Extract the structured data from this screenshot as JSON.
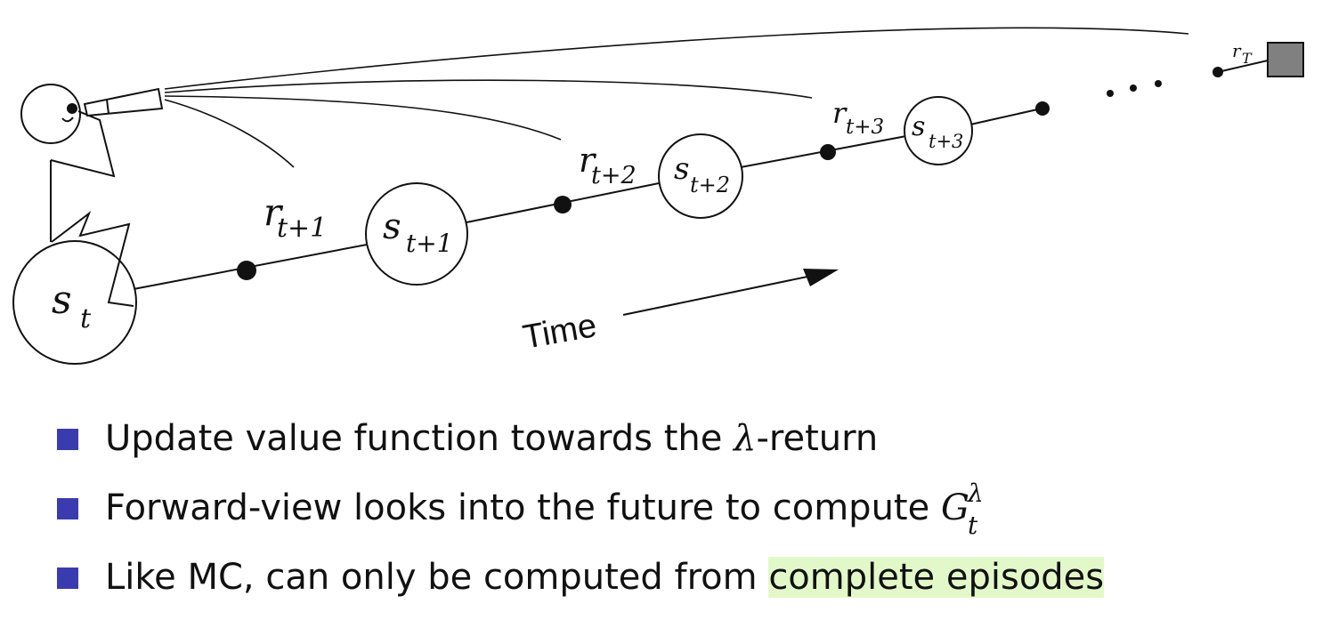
{
  "diagram": {
    "states": {
      "st": {
        "base": "s",
        "sub": "t"
      },
      "st1": {
        "base": "s",
        "sub": "t+1"
      },
      "st2": {
        "base": "s",
        "sub": "t+2"
      },
      "st3": {
        "base": "s",
        "sub": "t+3"
      }
    },
    "rewards": {
      "rt1": {
        "base": "r",
        "sub": "t+1"
      },
      "rt2": {
        "base": "r",
        "sub": "t+2"
      },
      "rt3": {
        "base": "r",
        "sub": "t+3"
      },
      "rT": {
        "base": "r",
        "sub": "T"
      }
    },
    "time_label": "Time",
    "ellipsis": "• • •"
  },
  "bullets": [
    {
      "text_before": "Update value function towards the ",
      "symbol": "λ",
      "text_after": "-return"
    },
    {
      "text_before": "Forward-view looks into the future to compute ",
      "symbol": "G",
      "symbol_sup": "λ",
      "symbol_sub": "t"
    },
    {
      "text_before": "Like MC, can only be computed from ",
      "highlight": "complete episodes"
    }
  ],
  "colors": {
    "bullet_square": "#3b3bb0",
    "highlight": "#e3f8c9",
    "terminal_box": "#808080"
  }
}
